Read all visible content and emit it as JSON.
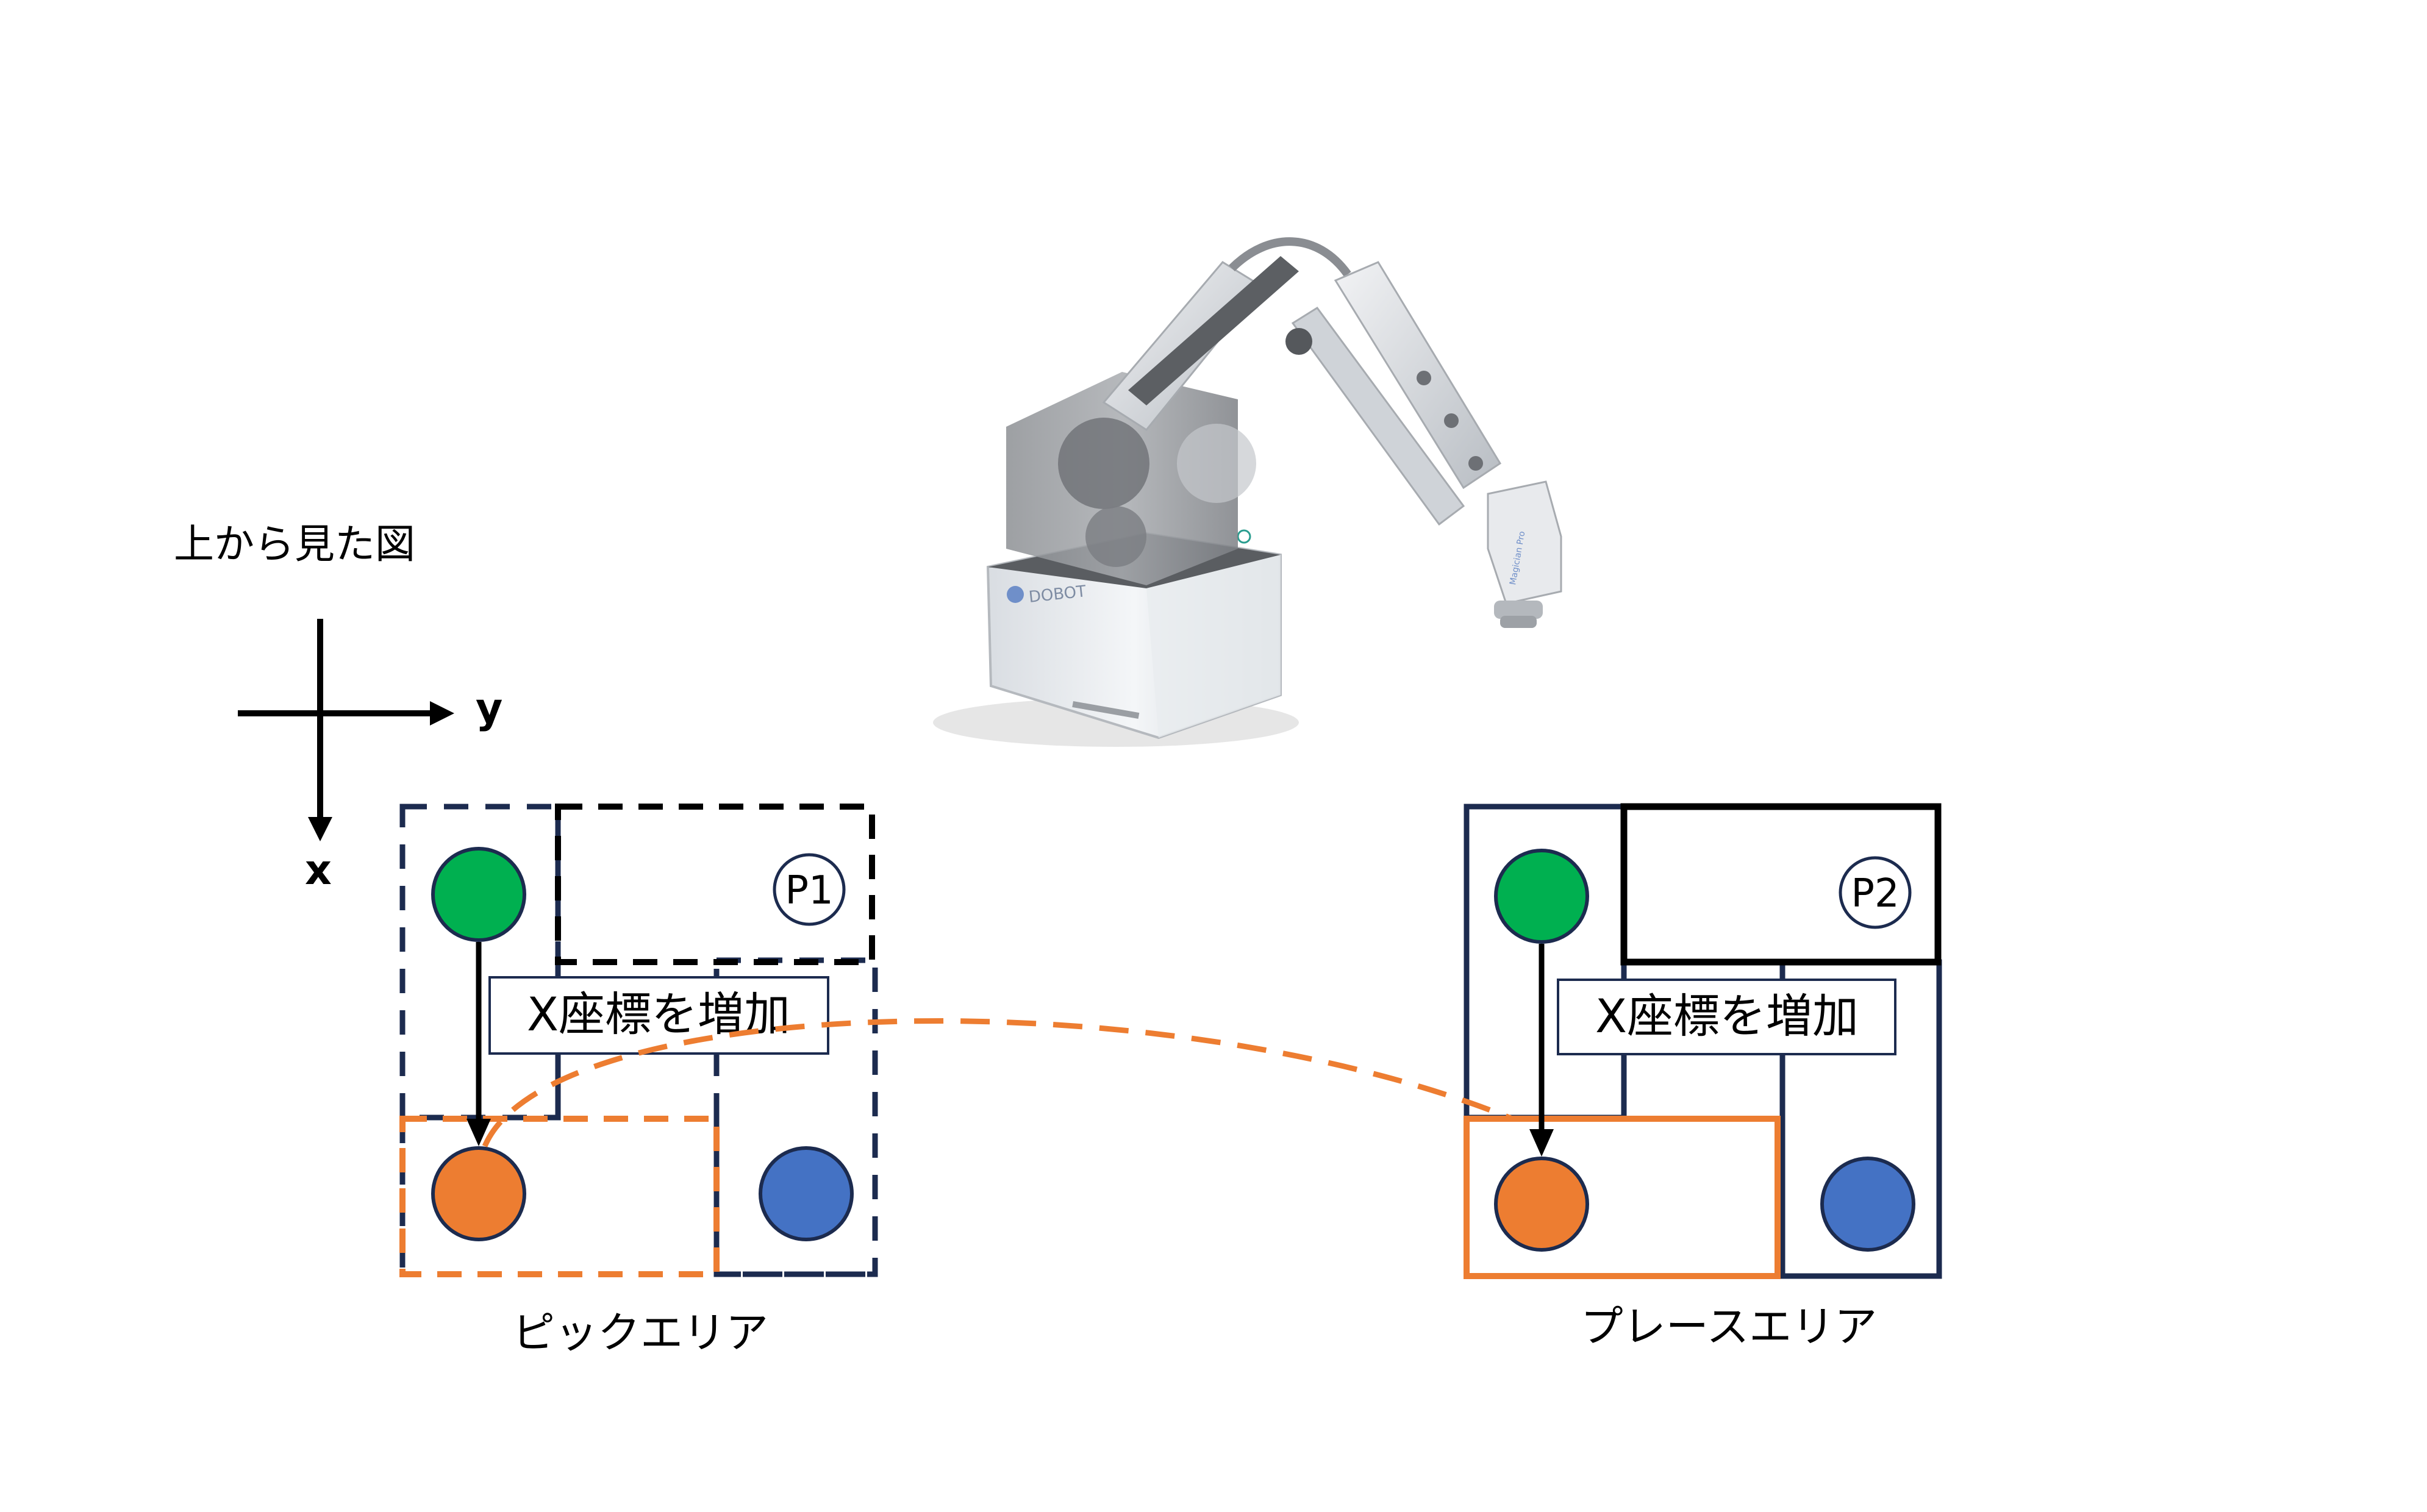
{
  "view_title": "上から見た図",
  "axes": {
    "y_label": "y",
    "x_label": "x"
  },
  "pick_area": {
    "label": "ピックエリア",
    "marker": "P1",
    "arrow_label": "X座標を増加",
    "border_style": "dashed"
  },
  "place_area": {
    "label": "プレースエリア",
    "marker": "P2",
    "arrow_label": "X座標を増加",
    "border_style": "solid"
  },
  "robot": {
    "brand_text": "DOBOT",
    "model_text": "Magician Pro"
  },
  "colors": {
    "navy": "#1c2b4f",
    "orange": "#ed7d31",
    "green": "#00b050",
    "blue": "#4472c4",
    "black": "#000000"
  }
}
